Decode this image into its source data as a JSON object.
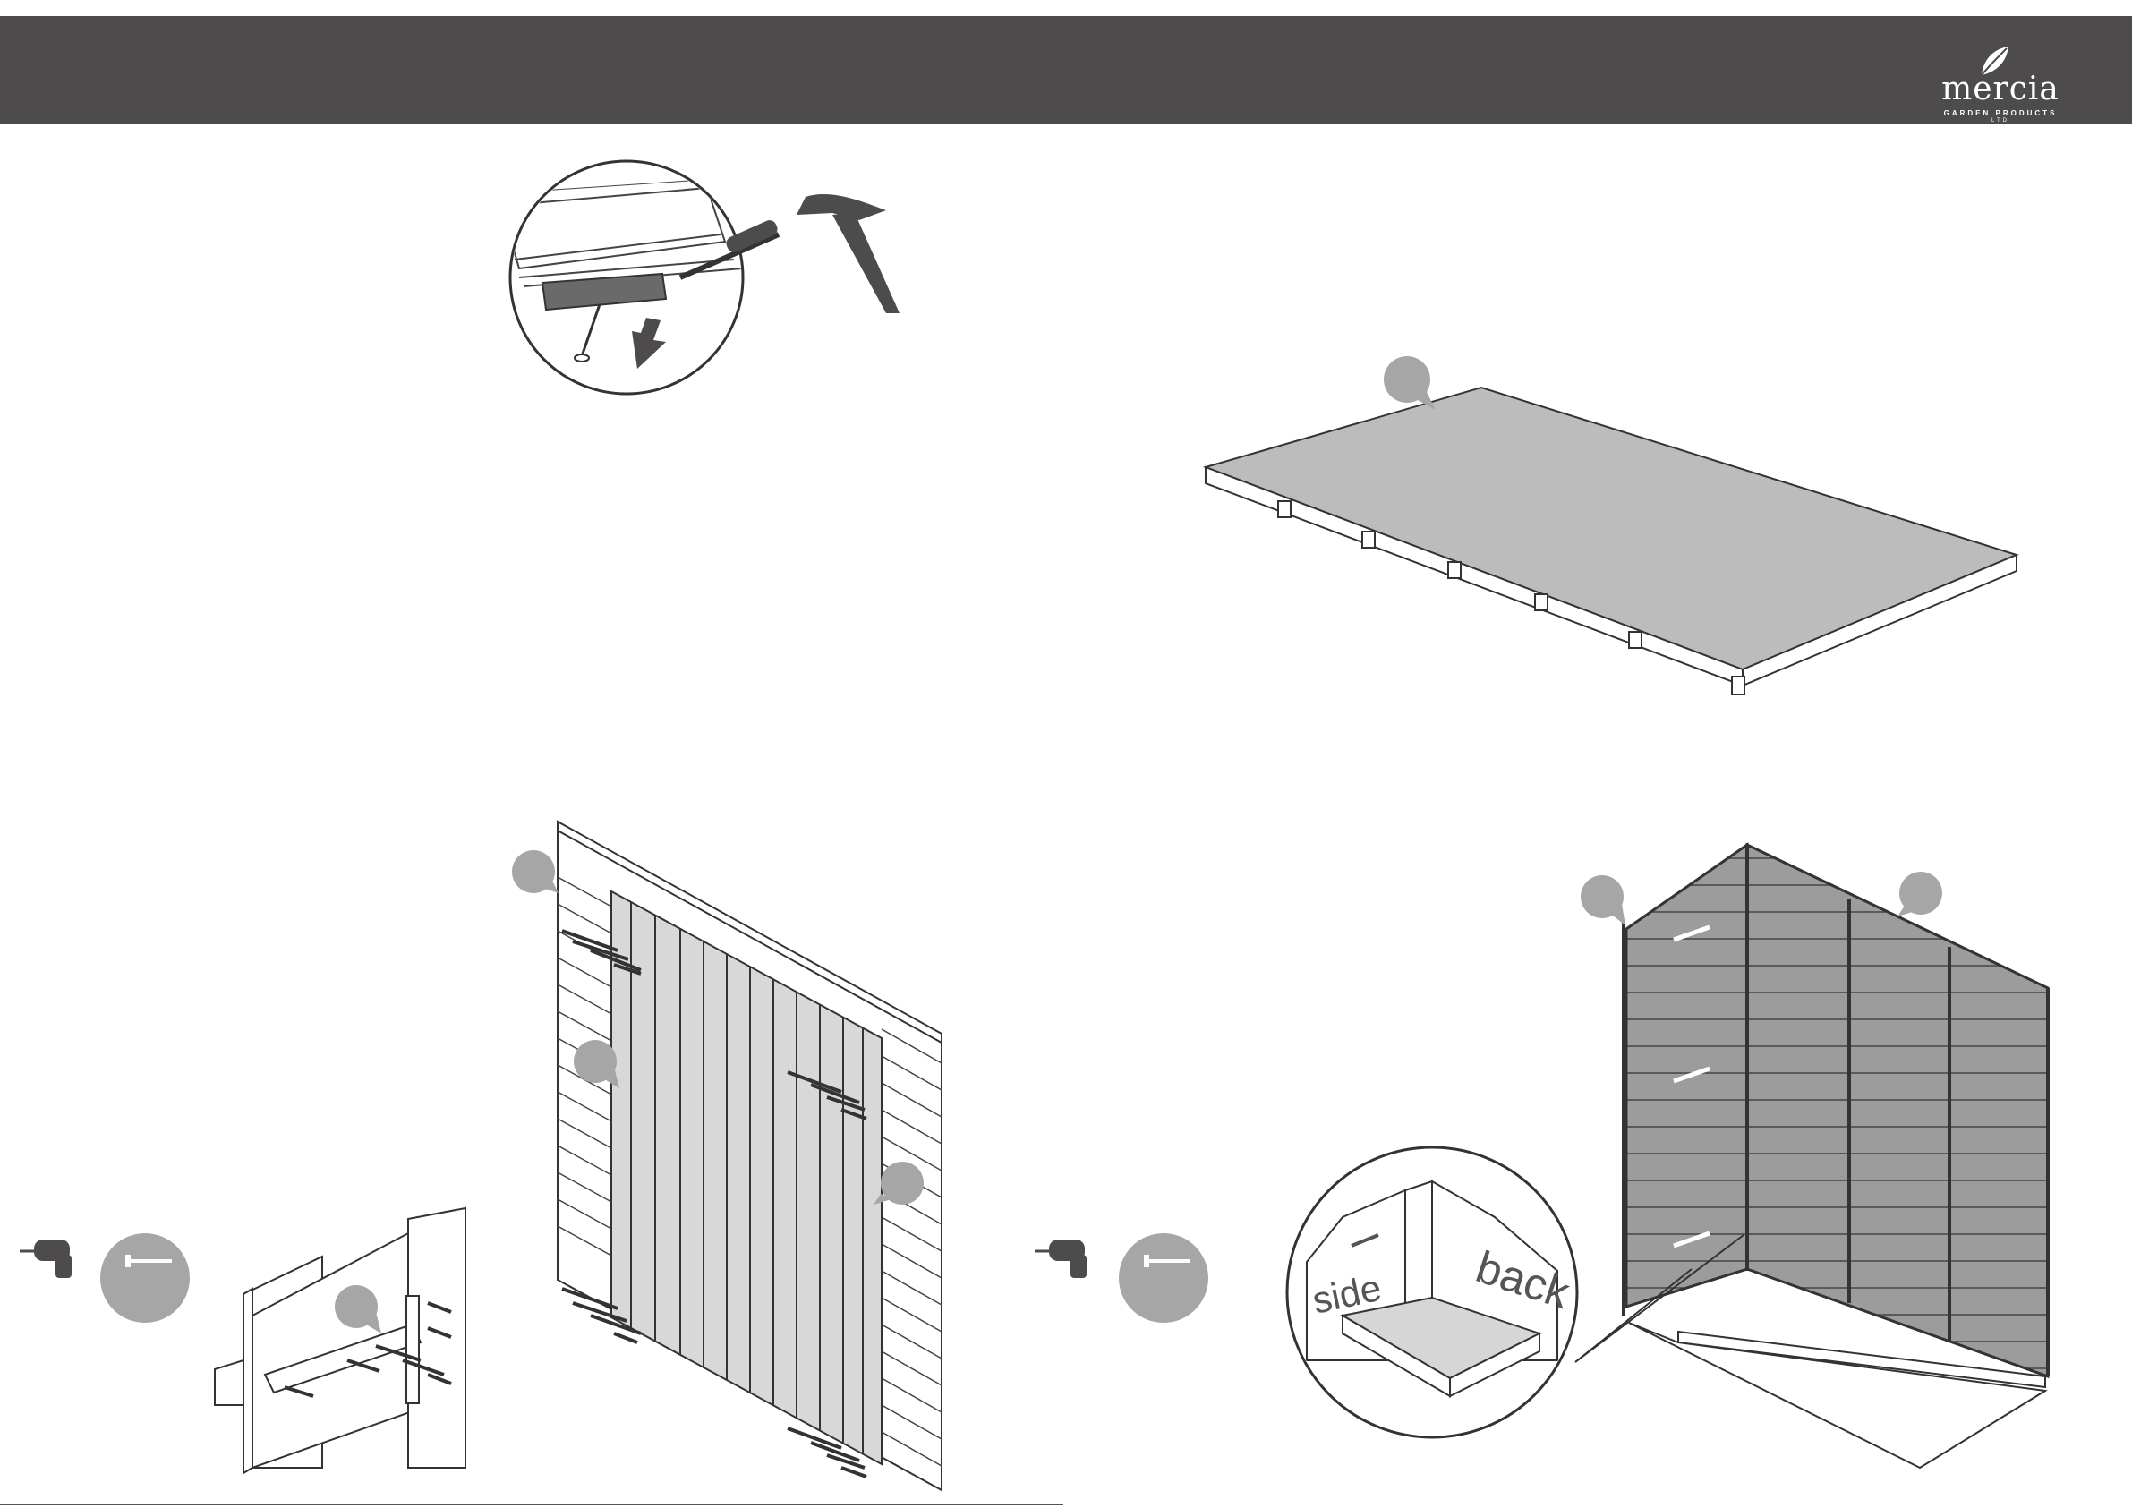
{
  "brand": {
    "name": "mercia",
    "tagline": "GARDEN PRODUCTS",
    "suffix": "LTD"
  },
  "labels": {
    "side": "side",
    "back": "back"
  },
  "colors": {
    "header_bg": "#4d4b4c",
    "callout": "#a6a6a6",
    "floor_top": "#bcbcbc",
    "panel_fill": "#9a9a9a",
    "line": "#333333"
  },
  "icons": [
    "hammer-icon",
    "drill-icon",
    "screw-icon",
    "nail-icon",
    "callout-icon"
  ]
}
